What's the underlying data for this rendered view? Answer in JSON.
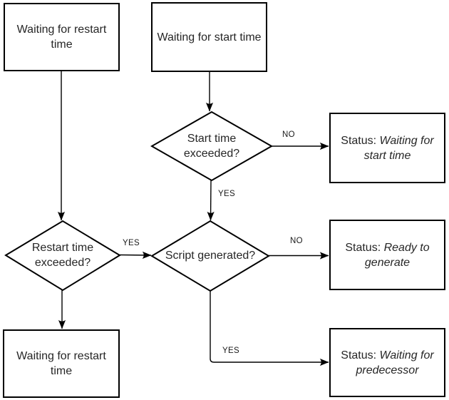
{
  "colors": {
    "stroke": "#000000",
    "text": "#262626",
    "edge_label_text": "#1a1a1a",
    "background": "#ffffff"
  },
  "nodes": {
    "waiting_restart_top": {
      "label": "Waiting for restart time"
    },
    "waiting_start": {
      "label": "Waiting for start time"
    },
    "decision_start_time": {
      "label": "Start time exceeded?"
    },
    "decision_script_generated": {
      "label": "Script generated?"
    },
    "decision_restart_time": {
      "label": "Restart time exceeded?"
    },
    "status_waiting_start": {
      "prefix": "Status: ",
      "value": "Waiting for start time"
    },
    "status_ready_generate": {
      "prefix": "Status: ",
      "value": "Ready to generate"
    },
    "status_waiting_predecessor": {
      "prefix": "Status: ",
      "value": "Waiting for predecessor"
    },
    "waiting_restart_bottom": {
      "label": "Waiting for restart time"
    }
  },
  "edges": {
    "start_time_no": "NO",
    "start_time_yes": "YES",
    "script_generated_no": "NO",
    "script_generated_yes": "YES",
    "restart_time_yes": "YES"
  }
}
